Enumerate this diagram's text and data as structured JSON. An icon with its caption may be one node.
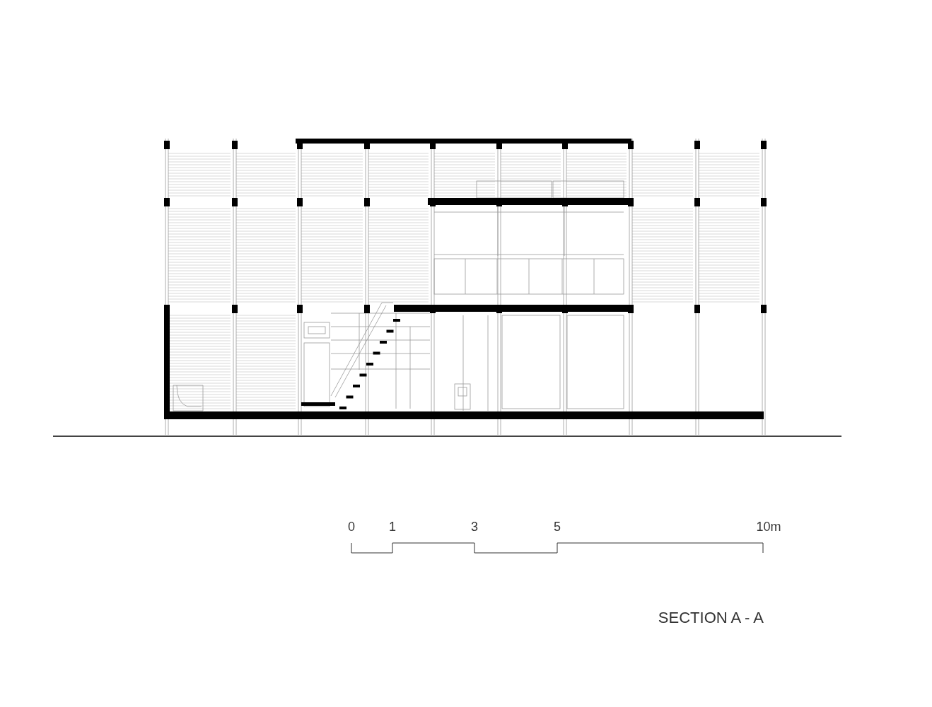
{
  "diagram": {
    "title": "SECTION A - A",
    "labels": [
      "0",
      "1",
      "3",
      "5",
      "10m"
    ]
  }
}
